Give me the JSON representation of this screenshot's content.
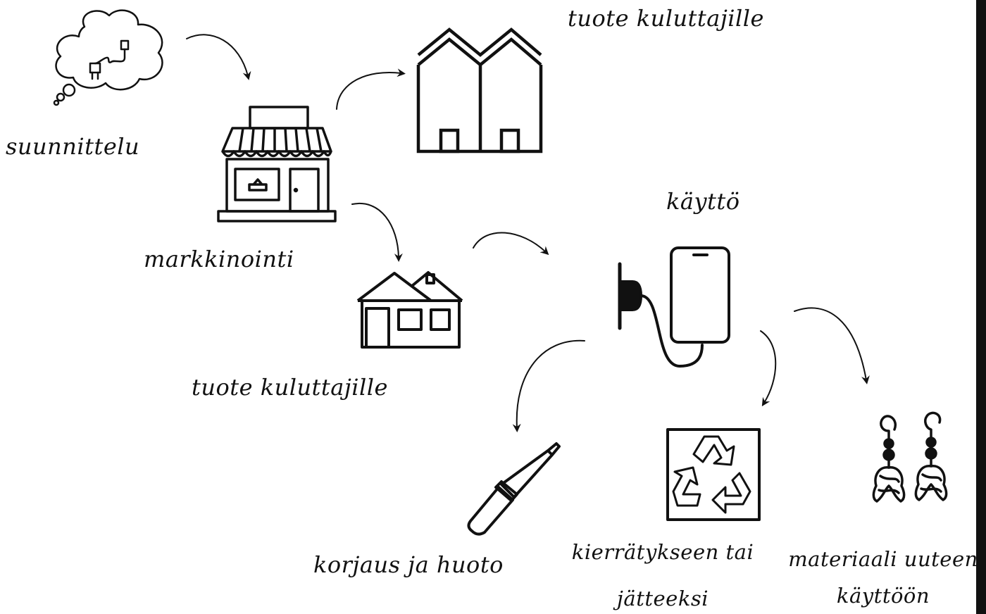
{
  "labels": {
    "design": "suunnittelu",
    "marketing": "markkinointi",
    "product_to_consumers_top": "tuote kuluttajille",
    "product_to_consumers_bottom": "tuote kuluttajille",
    "use": "käyttö",
    "repair": "korjaus ja huoto",
    "recycling_line1": "kierrätykseen tai",
    "recycling_line2": "jätteeksi",
    "material_line1": "materiaali uuteen",
    "material_line2": "käyttöön"
  },
  "icons": {
    "design": "thought-cloud-plug-icon",
    "marketing": "shop-storefront-icon",
    "product_top": "apartment-buildings-icon",
    "product_bottom": "house-icon",
    "use": "phone-charging-icon",
    "repair": "screwdriver-icon",
    "recycling": "recycle-symbol-icon",
    "material": "earrings-icon"
  },
  "colors": {
    "ink": "#111111",
    "background": "#ffffff"
  }
}
